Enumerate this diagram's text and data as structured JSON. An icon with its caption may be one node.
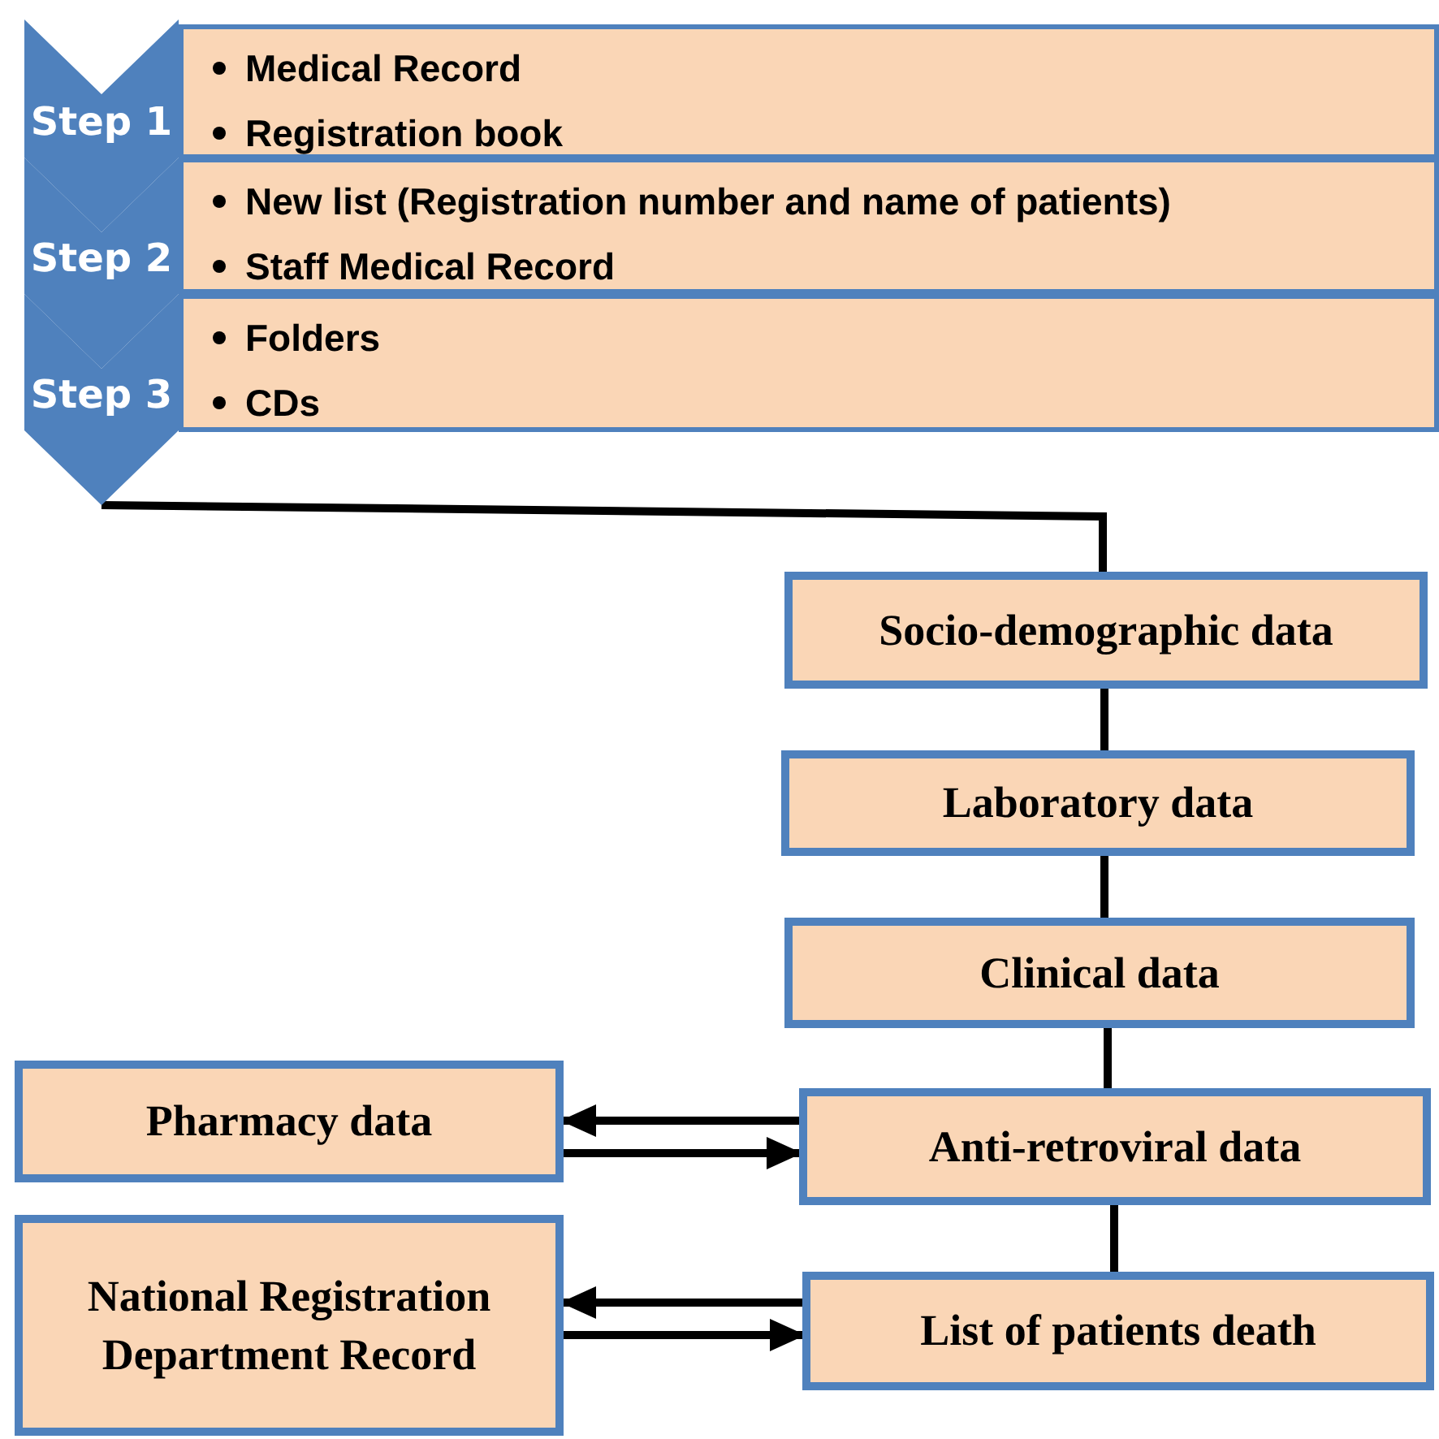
{
  "diagram": {
    "nodes": [
      {
        "text": [
          "Step 1"
        ]
      },
      {
        "text": [
          "Medical Record",
          "Registration book"
        ]
      },
      {
        "text": [
          "Step 2"
        ]
      },
      {
        "text": [
          "New list (Registration number and name of patients)",
          "Staff Medical Record"
        ]
      },
      {
        "text": [
          "Step 3"
        ]
      },
      {
        "text": [
          "Folders",
          "CDs"
        ]
      },
      {
        "text": [
          "Socio-demographic data"
        ]
      },
      {
        "text": [
          "Laboratory data"
        ]
      },
      {
        "text": [
          "Clinical data"
        ]
      },
      {
        "text": [
          "Pharmacy data"
        ]
      },
      {
        "text": [
          "Anti-retroviral data"
        ]
      },
      {
        "text": [
          "National Registration Department Record"
        ]
      },
      {
        "text": [
          "List of patients death"
        ]
      }
    ],
    "edges": [
      {
        "from": 4,
        "to": 6,
        "arrow": "none"
      },
      {
        "from": 6,
        "to": 7,
        "arrow": "none"
      },
      {
        "from": 7,
        "to": 8,
        "arrow": "none"
      },
      {
        "from": 8,
        "to": 10,
        "arrow": "none"
      },
      {
        "from": 10,
        "to": 9,
        "arrow": "to"
      },
      {
        "from": 9,
        "to": 10,
        "arrow": "to"
      },
      {
        "from": 10,
        "to": 12,
        "arrow": "none"
      },
      {
        "from": 12,
        "to": 11,
        "arrow": "to"
      },
      {
        "from": 11,
        "to": 12,
        "arrow": "to"
      }
    ]
  }
}
